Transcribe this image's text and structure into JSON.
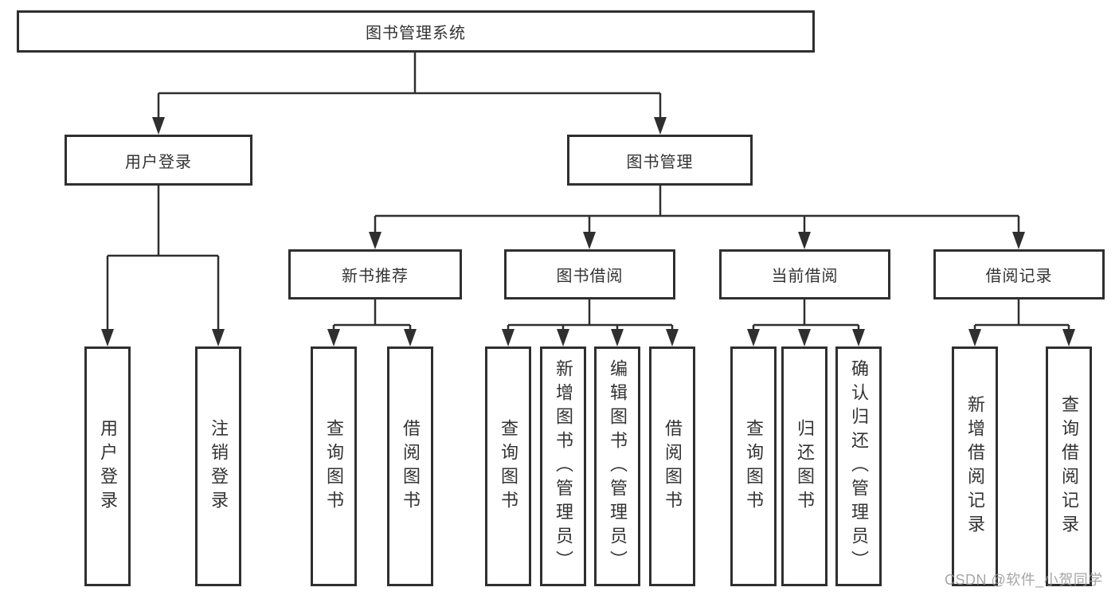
{
  "diagram": {
    "title": "图书管理系统",
    "level2": {
      "user_login": "用户登录",
      "book_management": "图书管理"
    },
    "level3": {
      "new_book_recommendation": "新书推荐",
      "book_borrowing": "图书借阅",
      "current_borrowing": "当前借阅",
      "borrowing_records": "借阅记录"
    },
    "leaves": {
      "user_login": "用户登录",
      "logout": "注销登录",
      "recommend_query_books": "查询图书",
      "recommend_borrow_books": "借阅图书",
      "borrow_query_books": "查询图书",
      "borrow_add_books": "新增图书（管理员）",
      "borrow_edit_books": "编辑图书（管理员）",
      "borrow_borrow_books": "借阅图书",
      "current_query_books": "查询图书",
      "current_return_books": "归还图书",
      "current_confirm_return": "确认归还（管理员）",
      "records_add_record": "新增借阅记录",
      "records_query_record": "查询借阅记录"
    }
  },
  "watermark": "CSDN @软件_小贺同学",
  "colors": {
    "line": "#2f2f2f",
    "box_border": "#2f2f2f",
    "text": "#333333",
    "watermark": "#969696",
    "background": "#ffffff"
  }
}
